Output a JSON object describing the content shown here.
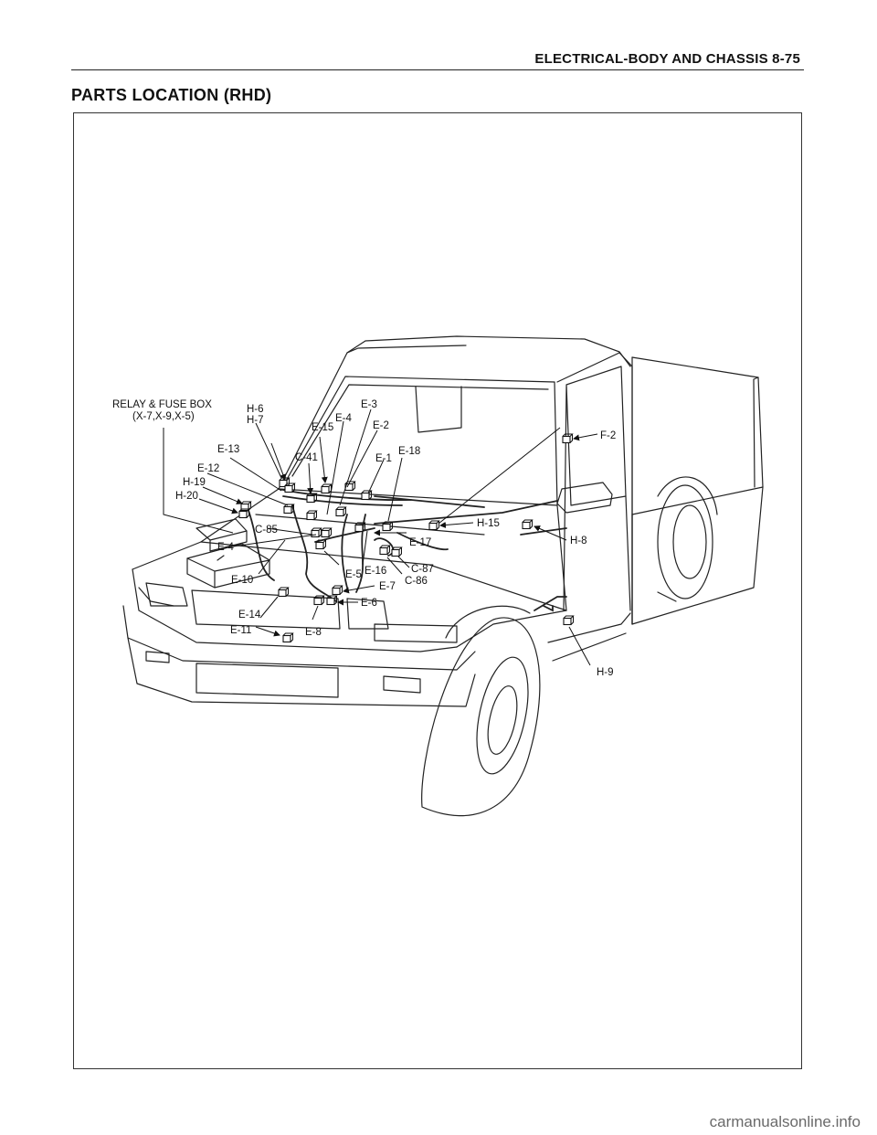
{
  "header": {
    "text": "ELECTRICAL-BODY AND CHASSIS  8-75"
  },
  "title": "PARTS LOCATION (RHD)",
  "footer": {
    "watermark": "carmanualsonline.info"
  },
  "diagram": {
    "callouts": [
      {
        "id": "relay1",
        "text": "RELAY & FUSE BOX"
      },
      {
        "id": "relay2",
        "text": "(X-7,X-9,X-5)"
      },
      {
        "id": "h6",
        "text": "H-6"
      },
      {
        "id": "h7",
        "text": "H-7"
      },
      {
        "id": "e3",
        "text": "E-3"
      },
      {
        "id": "e4a",
        "text": "E-4"
      },
      {
        "id": "e15",
        "text": "E-15"
      },
      {
        "id": "e2",
        "text": "E-2"
      },
      {
        "id": "e13",
        "text": "E-13"
      },
      {
        "id": "c41",
        "text": "C-41"
      },
      {
        "id": "e1",
        "text": "E-1"
      },
      {
        "id": "e18",
        "text": "E-18"
      },
      {
        "id": "e12",
        "text": "E-12"
      },
      {
        "id": "h19",
        "text": "H-19"
      },
      {
        "id": "h20",
        "text": "H-20"
      },
      {
        "id": "c85",
        "text": "C-85"
      },
      {
        "id": "e4b",
        "text": "E-4"
      },
      {
        "id": "e10",
        "text": "E-10"
      },
      {
        "id": "e5",
        "text": "E-5"
      },
      {
        "id": "e16",
        "text": "E-16"
      },
      {
        "id": "e17",
        "text": "E-17"
      },
      {
        "id": "c87",
        "text": "C-87"
      },
      {
        "id": "c86",
        "text": "C-86"
      },
      {
        "id": "e7",
        "text": "E-7"
      },
      {
        "id": "e6",
        "text": "E-6"
      },
      {
        "id": "e14",
        "text": "E-14"
      },
      {
        "id": "e11",
        "text": "E-11"
      },
      {
        "id": "e8",
        "text": "E-8"
      },
      {
        "id": "h15",
        "text": "H-15"
      },
      {
        "id": "f2",
        "text": "F-2"
      },
      {
        "id": "h8",
        "text": "H-8"
      },
      {
        "id": "h9",
        "text": "H-9"
      }
    ]
  }
}
